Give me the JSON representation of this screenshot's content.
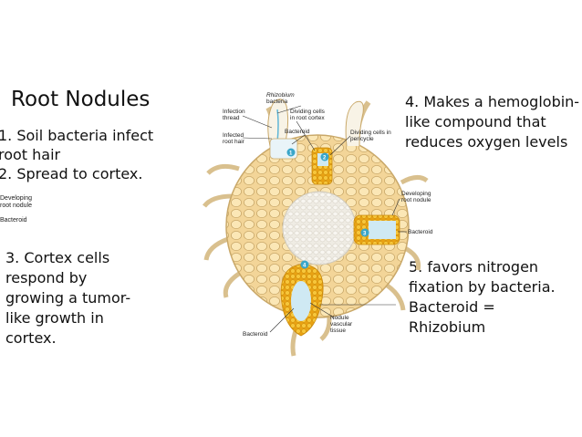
{
  "slide": {
    "title": "Root Nodules",
    "point1_line1": "1.  Soil bacteria infect",
    "point1_line2": "root hair",
    "point2": "2. Spread to cortex.",
    "point3_lines": [
      "3.  Cortex cells",
      "respond by",
      "growing a tumor-",
      "like growth in",
      "cortex."
    ],
    "point4_lines": [
      "4.  Makes a hemoglobin-",
      "like compound that",
      "reduces oxygen levels"
    ],
    "point5_lines": [
      "5.   favors nitrogen",
      "fixation by bacteria.",
      "Bacteroid =",
      "Rhizobium"
    ],
    "clipped_left_labels": [
      "Developing",
      "root nodule",
      "Bacteroid"
    ]
  },
  "diagram": {
    "labels": {
      "rhizobium": "Rhizobium",
      "bacteria": "bacteria",
      "infection_thread_1": "Infection",
      "infection_thread_2": "thread",
      "infected_root_hair_1": "Infected",
      "infected_root_hair_2": "root hair",
      "dividing_cortex_1": "Dividing cells",
      "dividing_cortex_2": "in root cortex",
      "bacteroid_top": "Bacteroid",
      "dividing_pericycle_1": "Dividing cells in",
      "dividing_pericycle_2": "pericycle",
      "developing_nodule_1": "Developing",
      "developing_nodule_2": "root nodule",
      "bacteroid_right": "Bacteroid",
      "bacteroid_bottom": "Bacteroid",
      "nodule_vascular_1": "Nodule",
      "nodule_vascular_2": "vascular",
      "nodule_vascular_3": "tissue"
    },
    "steps": [
      "1",
      "2",
      "3",
      "4"
    ],
    "colors": {
      "cell_fill": "#fbe7b6",
      "cell_stroke": "#c9a869",
      "root_fill": "#f3d598",
      "center_fill": "#f4f1ea",
      "nodule_orange": "#f2b51e",
      "bacteria_blue": "#5fb6d7",
      "step_circle": "#3aa6c9"
    }
  }
}
